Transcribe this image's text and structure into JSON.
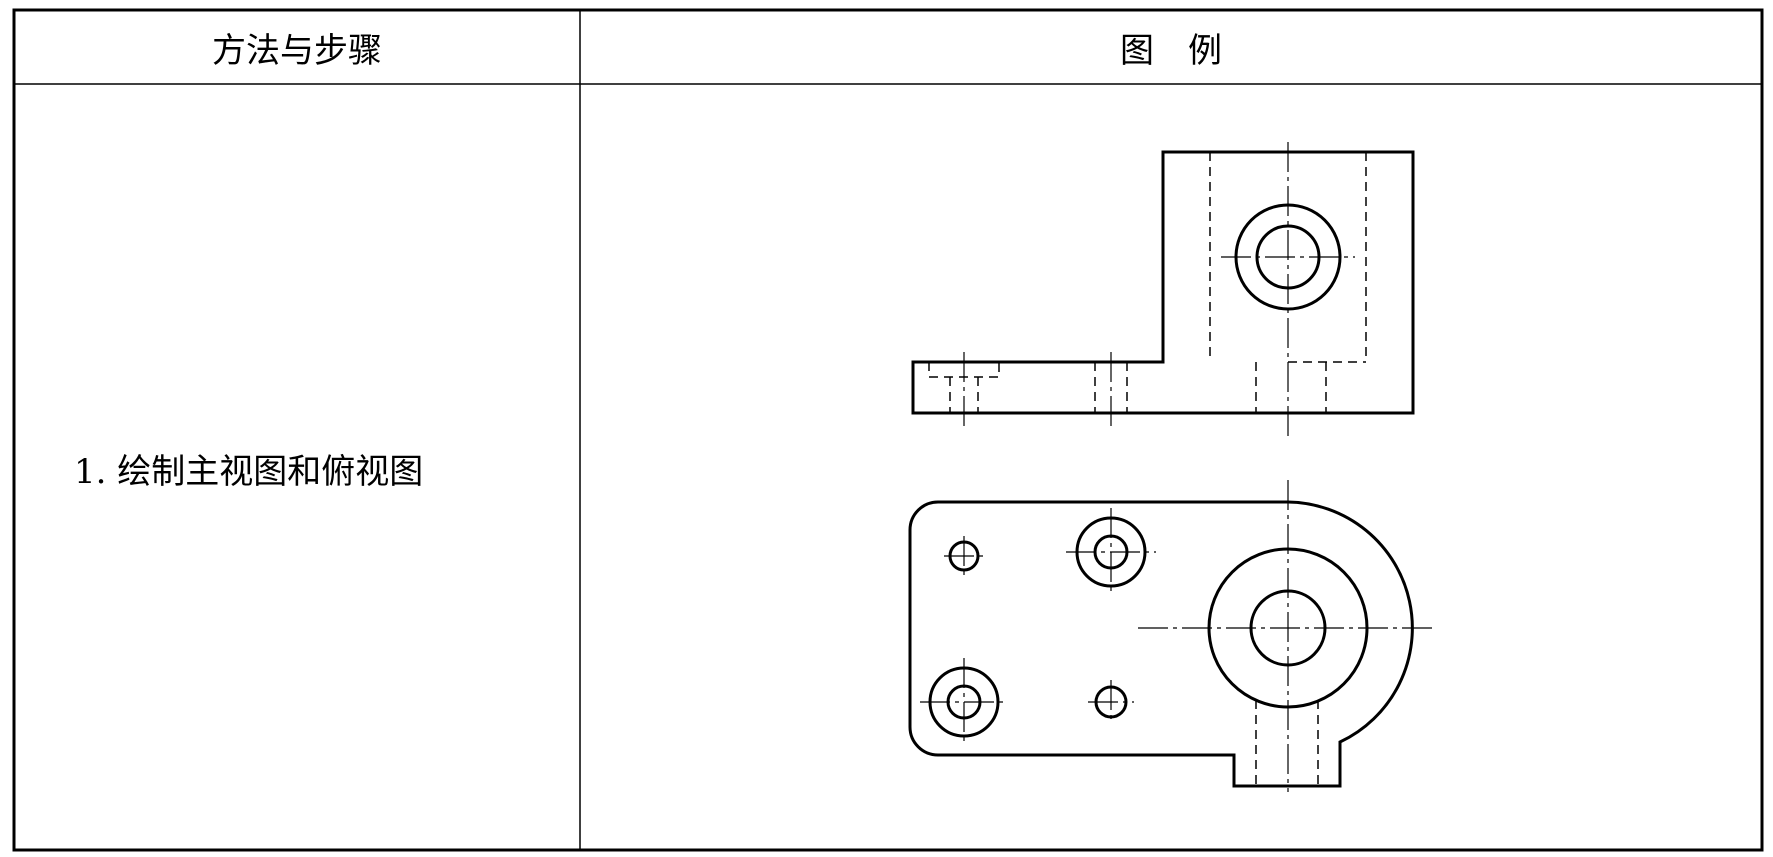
{
  "table": {
    "header": {
      "method_label": "方法与步骤",
      "example_label": "图　例"
    },
    "rows": [
      {
        "step_text": "1. 绘制主视图和俯视图"
      }
    ]
  }
}
